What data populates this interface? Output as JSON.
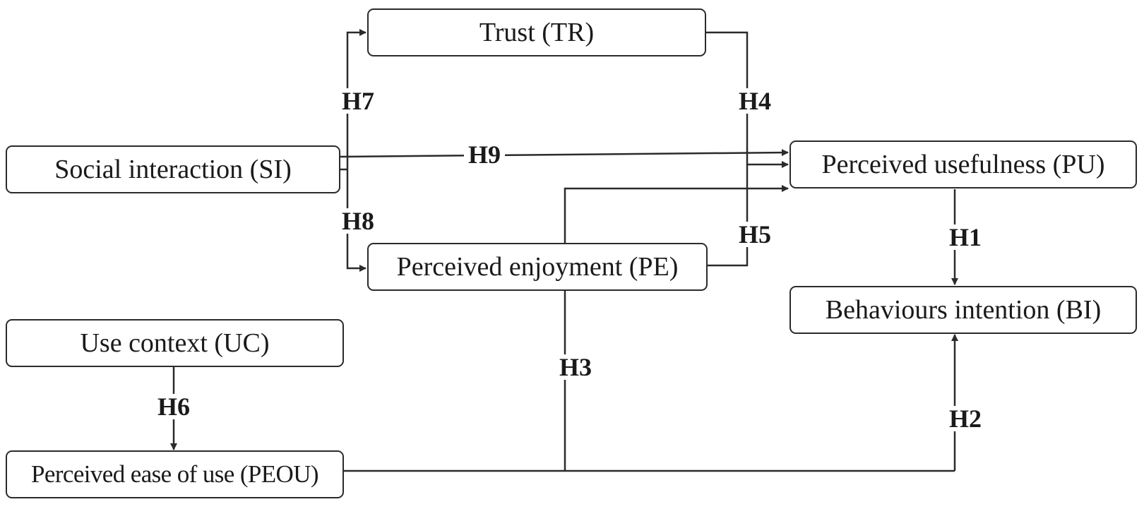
{
  "nodes": {
    "trust": "Trust (TR)",
    "social_interaction": "Social interaction (SI)",
    "perceived_usefulness": "Perceived usefulness (PU)",
    "perceived_enjoyment": "Perceived enjoyment (PE)",
    "behaviours_intention": "Behaviours intention (BI)",
    "use_context": "Use context (UC)",
    "perceived_ease_of_use": "Perceived ease of use (PEOU)"
  },
  "hypotheses": {
    "h1": "H1",
    "h2": "H2",
    "h3": "H3",
    "h4": "H4",
    "h5": "H5",
    "h6": "H6",
    "h7": "H7",
    "h8": "H8",
    "h9": "H9"
  },
  "colors": {
    "line": "#2b2b2b",
    "text": "#1a1a1a",
    "background": "#ffffff"
  }
}
